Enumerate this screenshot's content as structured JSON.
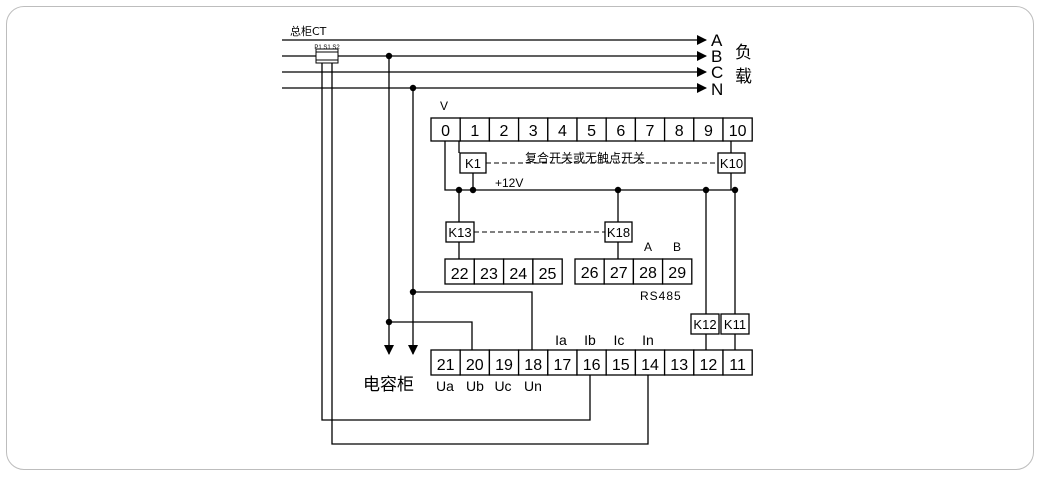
{
  "diagram": {
    "ct_label": "总柜CT",
    "ct_marks": "P1 S1 S2",
    "phases": [
      "A",
      "B",
      "C",
      "N"
    ],
    "load_label": [
      "负",
      "载"
    ],
    "capacitor_label": "电容柜",
    "v_label": "V",
    "top_terminals": [
      "0",
      "1",
      "2",
      "3",
      "4",
      "5",
      "6",
      "7",
      "8",
      "9",
      "10"
    ],
    "switch_label": "复合开关或无触点开关",
    "supply_label": "+12V",
    "relays": {
      "k1": "K1",
      "k10": "K10",
      "k13": "K13",
      "k18": "K18",
      "k12": "K12",
      "k11": "K11"
    },
    "mid_terminals": [
      "22",
      "23",
      "24",
      "25",
      "26",
      "27",
      "28",
      "29"
    ],
    "rs485_label": "RS485",
    "rs485_a": "A",
    "rs485_b": "B",
    "bottom_terminals": [
      "21",
      "20",
      "19",
      "18",
      "17",
      "16",
      "15",
      "14",
      "13",
      "12",
      "11"
    ],
    "current_labels": [
      "Ia",
      "Ib",
      "Ic",
      "In"
    ],
    "voltage_labels": [
      "Ua",
      "Ub",
      "Uc",
      "Un"
    ]
  }
}
